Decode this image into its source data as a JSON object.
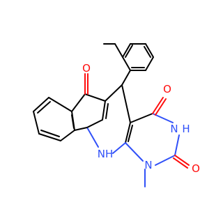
{
  "labels": {
    "o_ketone": "O",
    "o_upper": "O",
    "o_lower": "O",
    "nh_imide": "N",
    "nh_imide_h": "H",
    "n_methyl": "N",
    "nh_ring": "NH"
  },
  "colors": {
    "carbon": "#000000",
    "oxygen": "#ff0d0d",
    "nitrogen": "#3050f8",
    "background": "#ffffff"
  }
}
